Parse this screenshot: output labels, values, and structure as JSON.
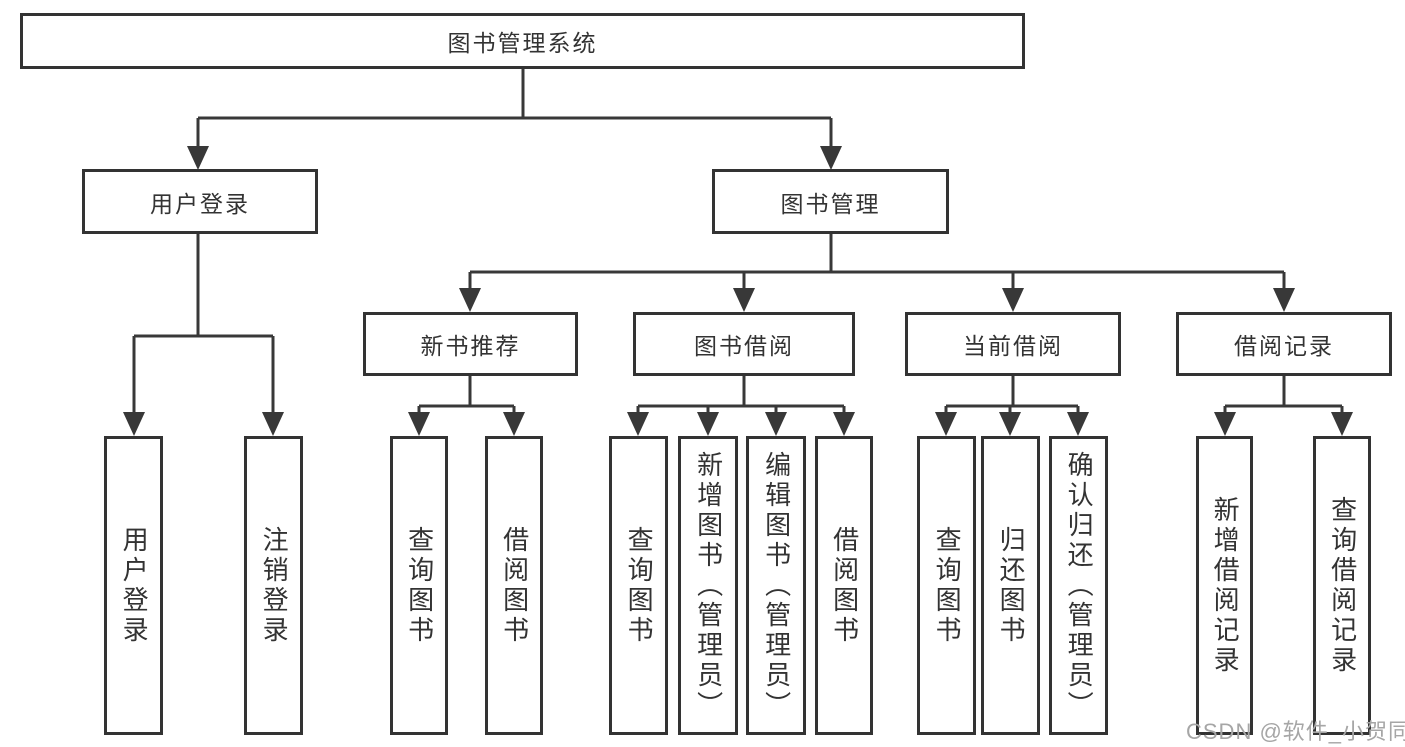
{
  "diagram": {
    "title": "图书管理系统",
    "nodes": {
      "root": "图书管理系统",
      "level2": [
        "用户登录",
        "图书管理"
      ],
      "level3": [
        "新书推荐",
        "图书借阅",
        "当前借阅",
        "借阅记录"
      ],
      "leaves_user_login": [
        "用户登录",
        "注销登录"
      ],
      "leaves_new_book": [
        "查询图书",
        "借阅图书"
      ],
      "leaves_book_borrow": [
        "查询图书",
        "新增图书（管理员）",
        "编辑图书（管理员）",
        "借阅图书"
      ],
      "leaves_current_borrow": [
        "查询图书",
        "归还图书",
        "确认归还（管理员）"
      ],
      "leaves_borrow_record": [
        "新增借阅记录",
        "查询借阅记录"
      ]
    }
  },
  "watermark": "CSDN @软件_小贺同学",
  "colors": {
    "line": "#383838",
    "box_border": "#333333",
    "text": "#333333",
    "watermark": "#a6a6a6",
    "background": "#ffffff"
  }
}
